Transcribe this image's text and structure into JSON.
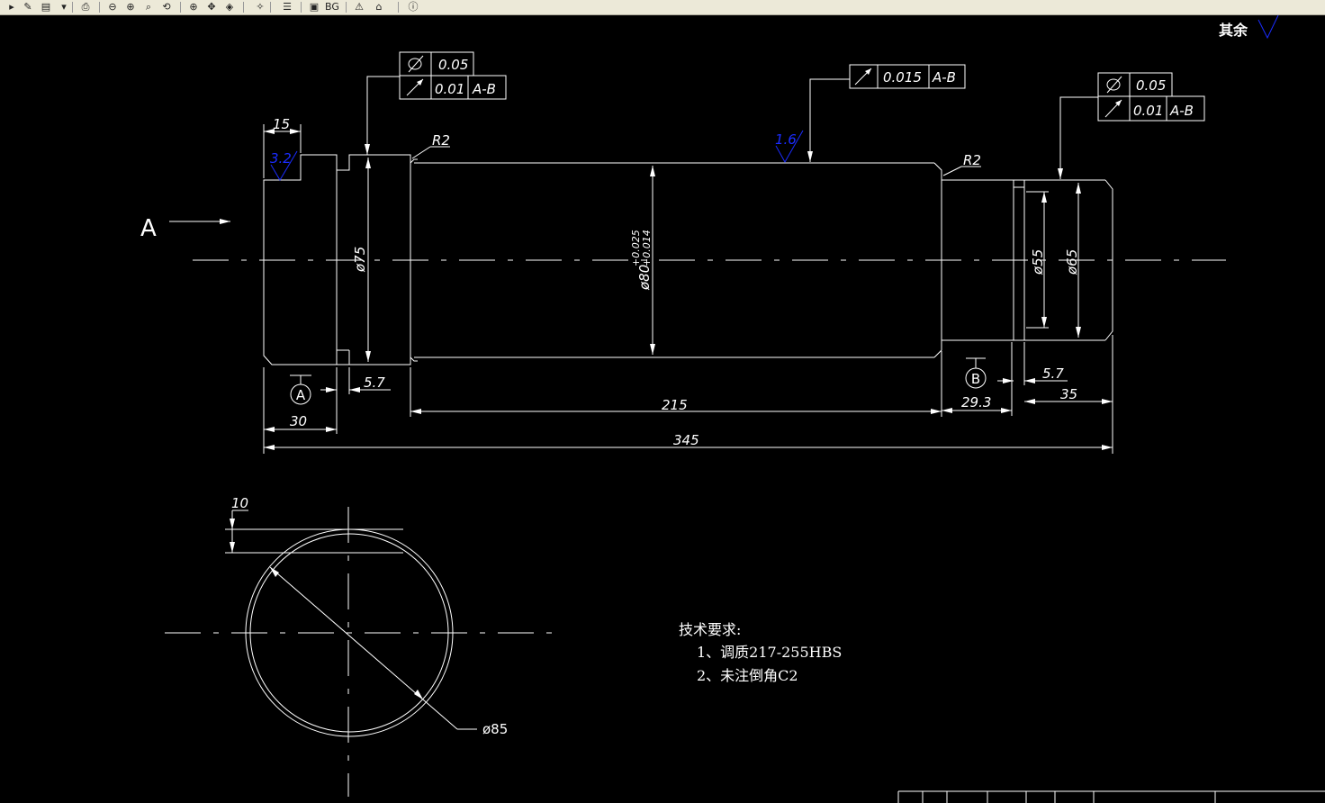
{
  "toolbar": {
    "buttons": [
      {
        "name": "open-icon",
        "glyph": "▸"
      },
      {
        "name": "pdf-icon",
        "glyph": "✎"
      },
      {
        "name": "save-icon",
        "glyph": "▤"
      },
      {
        "name": "dropdown-icon",
        "glyph": "▾"
      },
      {
        "name": "print-icon",
        "glyph": "⎙"
      },
      {
        "name": "zoom-out-icon",
        "glyph": "⊖"
      },
      {
        "name": "zoom-in-icon",
        "glyph": "⊕"
      },
      {
        "name": "zoom-window-icon",
        "glyph": "⌕"
      },
      {
        "name": "zoom-all-icon",
        "glyph": "⟲"
      },
      {
        "name": "zoom-extents-icon",
        "glyph": "⊕"
      },
      {
        "name": "pan-icon",
        "glyph": "✥"
      },
      {
        "name": "layer-icon",
        "glyph": "◈"
      },
      {
        "name": "measure-icon",
        "glyph": "✧"
      },
      {
        "name": "layers-list-icon",
        "glyph": "☰"
      },
      {
        "name": "properties-icon",
        "glyph": "▣"
      },
      {
        "name": "bg-button",
        "glyph": "BG"
      },
      {
        "name": "warning-icon",
        "glyph": "⚠"
      },
      {
        "name": "home-icon",
        "glyph": "⌂"
      },
      {
        "name": "info-icon",
        "glyph": "ⓘ"
      }
    ]
  },
  "drawing": {
    "surface_finish_other": "其余",
    "view_label": "A",
    "tolerance_frames": {
      "left": {
        "row1_value": "0.05",
        "row2_value": "0.01",
        "row2_datum": "A-B"
      },
      "middle": {
        "value": "0.015",
        "datum": "A-B"
      },
      "right": {
        "row1_value": "0.05",
        "row2_value": "0.01",
        "row2_datum": "A-B"
      }
    },
    "roughness": {
      "left": "3.2",
      "middle": "1.6"
    },
    "radius_left": "R2",
    "radius_right": "R2",
    "diameters": {
      "d75": "ø75",
      "d80": "ø80",
      "d80_upper": "+0.025",
      "d80_lower": "+0.014",
      "d55": "ø55",
      "d65": "ø65",
      "d85": "ø85"
    },
    "dimensions": {
      "d15": "15",
      "d30": "30",
      "d57_left": "5.7",
      "d215": "215",
      "d293": "29.3",
      "d57_right": "5.7",
      "d35": "35",
      "d345": "345",
      "d10": "10"
    },
    "datums": {
      "a": "A",
      "b": "B"
    },
    "notes": {
      "title": "技术要求:",
      "line1": "1、调质217-255HBS",
      "line2": "2、未注倒角C2"
    }
  }
}
